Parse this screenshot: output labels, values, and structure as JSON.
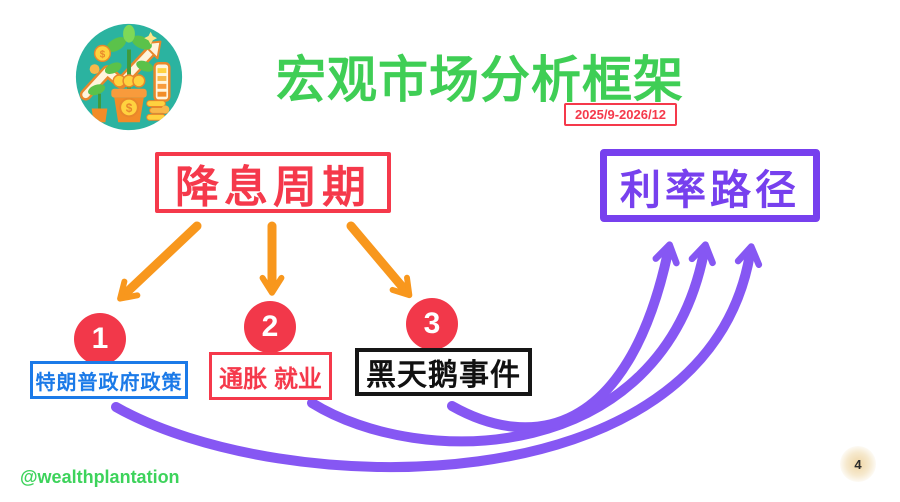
{
  "slide": {
    "title": "宏观市场分析框架",
    "date_range": "2025/9-2026/12",
    "watermark": "@wealthplantation",
    "page_number": "4"
  },
  "logo": {
    "name": "wealth-plantation-money-plant-logo",
    "coin_symbol": "$"
  },
  "diagram": {
    "driver_box": "降息周期",
    "outcome_box": "利率路径",
    "factors": [
      {
        "number": "1",
        "label": "特朗普政府政策"
      },
      {
        "number": "2",
        "label": "通胀 就业"
      },
      {
        "number": "3",
        "label": "黑天鹅事件"
      }
    ]
  },
  "colors": {
    "title_green": "#3FCE55",
    "red": "#F5394B",
    "blue": "#1B7AE8",
    "purple_box": "#7740EE",
    "purple_arrow": "#8657F3",
    "orange_arrow": "#F8971D",
    "black": "#161616",
    "watermark_green": "#3DD35B"
  }
}
